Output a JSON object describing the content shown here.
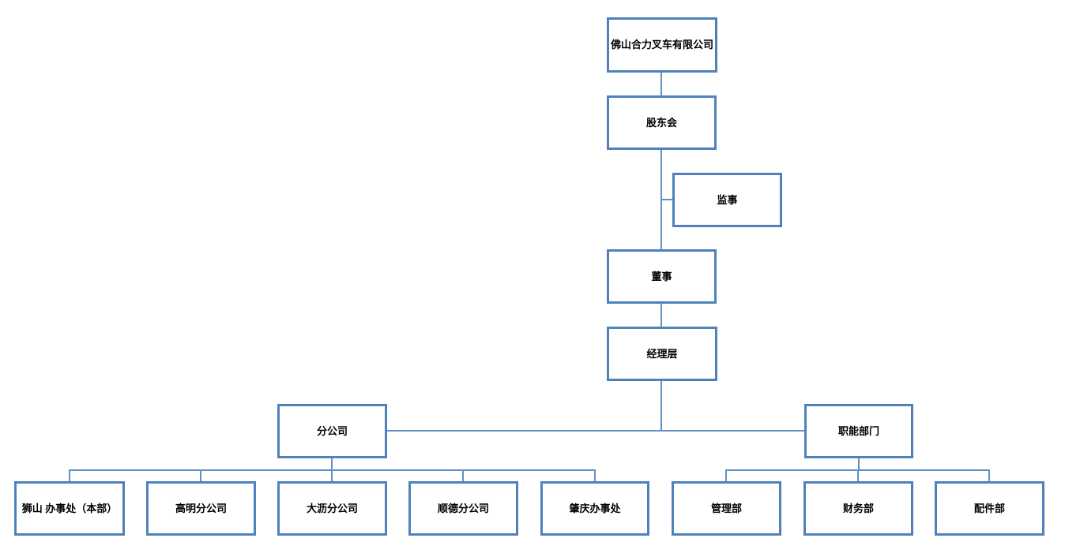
{
  "diagram": {
    "type": "org-chart",
    "colors": {
      "box_border": "#4F81BD",
      "connector": "#6190C3",
      "text": "#000000",
      "background": "#FFFFFF"
    },
    "nodes": {
      "company": {
        "label": "佛山合力叉车有限公司"
      },
      "shareholders": {
        "label": "股东会"
      },
      "supervisor": {
        "label": "监事"
      },
      "director": {
        "label": "董事"
      },
      "management": {
        "label": "经理层"
      },
      "branches": {
        "label": "分公司"
      },
      "functional": {
        "label": "职能部门"
      },
      "shishan_office": {
        "label": "狮山 办事处（本部）"
      },
      "gaoming_branch": {
        "label": "高明分公司"
      },
      "dali_branch": {
        "label": "大沥分公司"
      },
      "shunde_branch": {
        "label": "顺德分公司"
      },
      "zhaoqing_office": {
        "label": "肇庆办事处"
      },
      "management_dept": {
        "label": "管理部"
      },
      "finance_dept": {
        "label": "财务部"
      },
      "parts_dept": {
        "label": "配件部"
      }
    },
    "edges": [
      {
        "from": "company",
        "to": "shareholders"
      },
      {
        "from": "shareholders",
        "to": "supervisor"
      },
      {
        "from": "shareholders",
        "to": "director"
      },
      {
        "from": "director",
        "to": "management"
      },
      {
        "from": "management",
        "to": "branches"
      },
      {
        "from": "management",
        "to": "functional"
      },
      {
        "from": "branches",
        "to": "shishan_office"
      },
      {
        "from": "branches",
        "to": "gaoming_branch"
      },
      {
        "from": "branches",
        "to": "dali_branch"
      },
      {
        "from": "branches",
        "to": "shunde_branch"
      },
      {
        "from": "branches",
        "to": "zhaoqing_office"
      },
      {
        "from": "functional",
        "to": "management_dept"
      },
      {
        "from": "functional",
        "to": "finance_dept"
      },
      {
        "from": "functional",
        "to": "parts_dept"
      }
    ]
  }
}
